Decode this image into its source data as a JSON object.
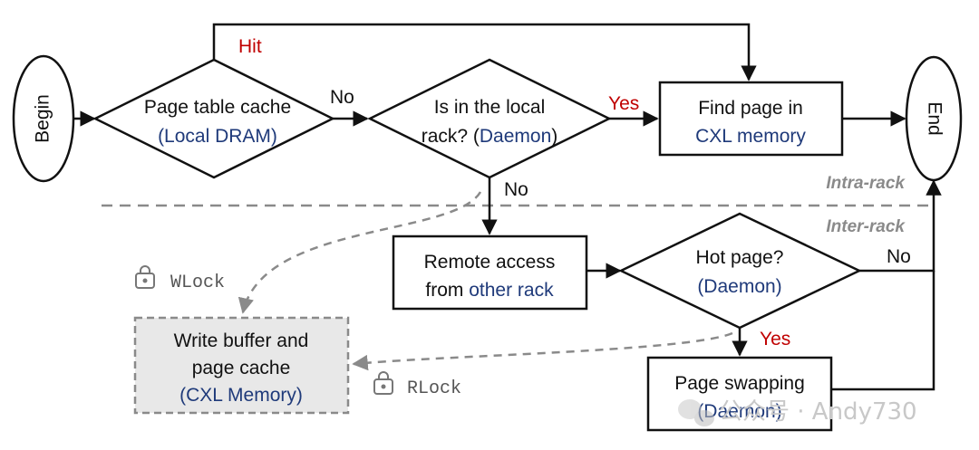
{
  "nodes": {
    "begin": "Begin",
    "end": "End",
    "page_table": {
      "line1": "Page table cache",
      "line2": "(Local DRAM)"
    },
    "local_rack": {
      "line1": "Is in the local",
      "line2_prefix": "rack? (",
      "line2_blue": "Daemon",
      "line2_suffix": ")"
    },
    "find_page": {
      "line1": "Find page in",
      "line2": "CXL memory"
    },
    "remote_access": {
      "line1": "Remote access",
      "line2_prefix": "from ",
      "line2_blue": "other rack"
    },
    "hot_page": {
      "line1": "Hot page?",
      "line2": "(Daemon)"
    },
    "write_buffer": {
      "line1": "Write buffer and",
      "line2": "page cache",
      "line3": "(CXL Memory)"
    },
    "page_swapping": {
      "line1": "Page swapping",
      "line2": "(Daemon)"
    }
  },
  "edges": {
    "hit": "Hit",
    "no_1": "No",
    "yes_1": "Yes",
    "no_2": "No",
    "no_3": "No",
    "yes_2": "Yes"
  },
  "regions": {
    "intra": "Intra-rack",
    "inter": "Inter-rack"
  },
  "locks": {
    "wlock": "WLock",
    "rlock": "RLock"
  },
  "watermark": "公众号 · Andy730",
  "colors": {
    "blue_text": "#1f3a7a",
    "red_text": "#c00000",
    "gray_dashed": "#8a8a8a",
    "box_fill_gray": "#e8e8e8"
  }
}
